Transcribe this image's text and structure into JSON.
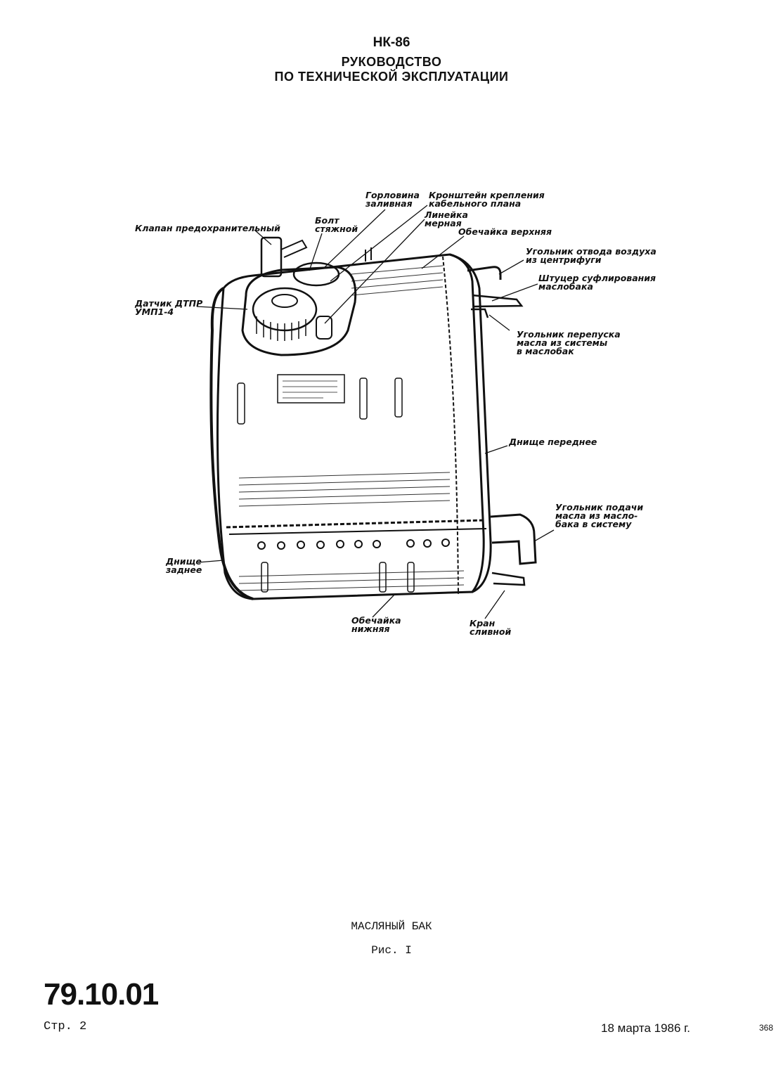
{
  "header": {
    "model": "НК-86",
    "line1": "РУКОВОДСТВО",
    "line2": "ПО ТЕХНИЧЕСКОЙ ЭКСПЛУАТАЦИИ"
  },
  "figure": {
    "labels": {
      "gorlovina_1": "Горловина",
      "gorlovina_2": "заливная",
      "kronshtein_1": "Кронштейн крепления",
      "kronshtein_2": "кабельного плана",
      "lineika_1": "Линейка",
      "lineika_2": "мерная",
      "bolt_1": "Болт",
      "bolt_2": "стяжной",
      "obechaika_verh": "Обечайка верхняя",
      "klapan": "Клапан предохранительный",
      "ugolnik_otvoda_1": "Угольник отвода воздуха",
      "ugolnik_otvoda_2": "из центрифуги",
      "shtucer_1": "Штуцер суфлирования",
      "shtucer_2": "маслобака",
      "datchik_1": "Датчик ДТПР",
      "datchik_2": "УМП1-4",
      "ugolnik_perepuska_1": "Угольник перепуска",
      "ugolnik_perepuska_2": "масла из системы",
      "ugolnik_perepuska_3": "в маслобак",
      "dnishche_perednee": "Днище переднее",
      "ugolnik_podachi_1": "Угольник подачи",
      "ugolnik_podachi_2": "масла из масло-",
      "ugolnik_podachi_3": "бака в систему",
      "dnishche_zadnee_1": "Днище",
      "dnishche_zadnee_2": "заднее",
      "obechaika_niz_1": "Обечайка",
      "obechaika_niz_2": "нижняя",
      "kran_1": "Кран",
      "kran_2": "сливной"
    },
    "caption_title": "МАСЛЯНЫЙ БАК",
    "caption_number": "Рис. I"
  },
  "footer": {
    "doc_number": "79.10.01",
    "page": "Стр. 2",
    "date": "18 марта 1986 г.",
    "sheet_number": "368"
  }
}
